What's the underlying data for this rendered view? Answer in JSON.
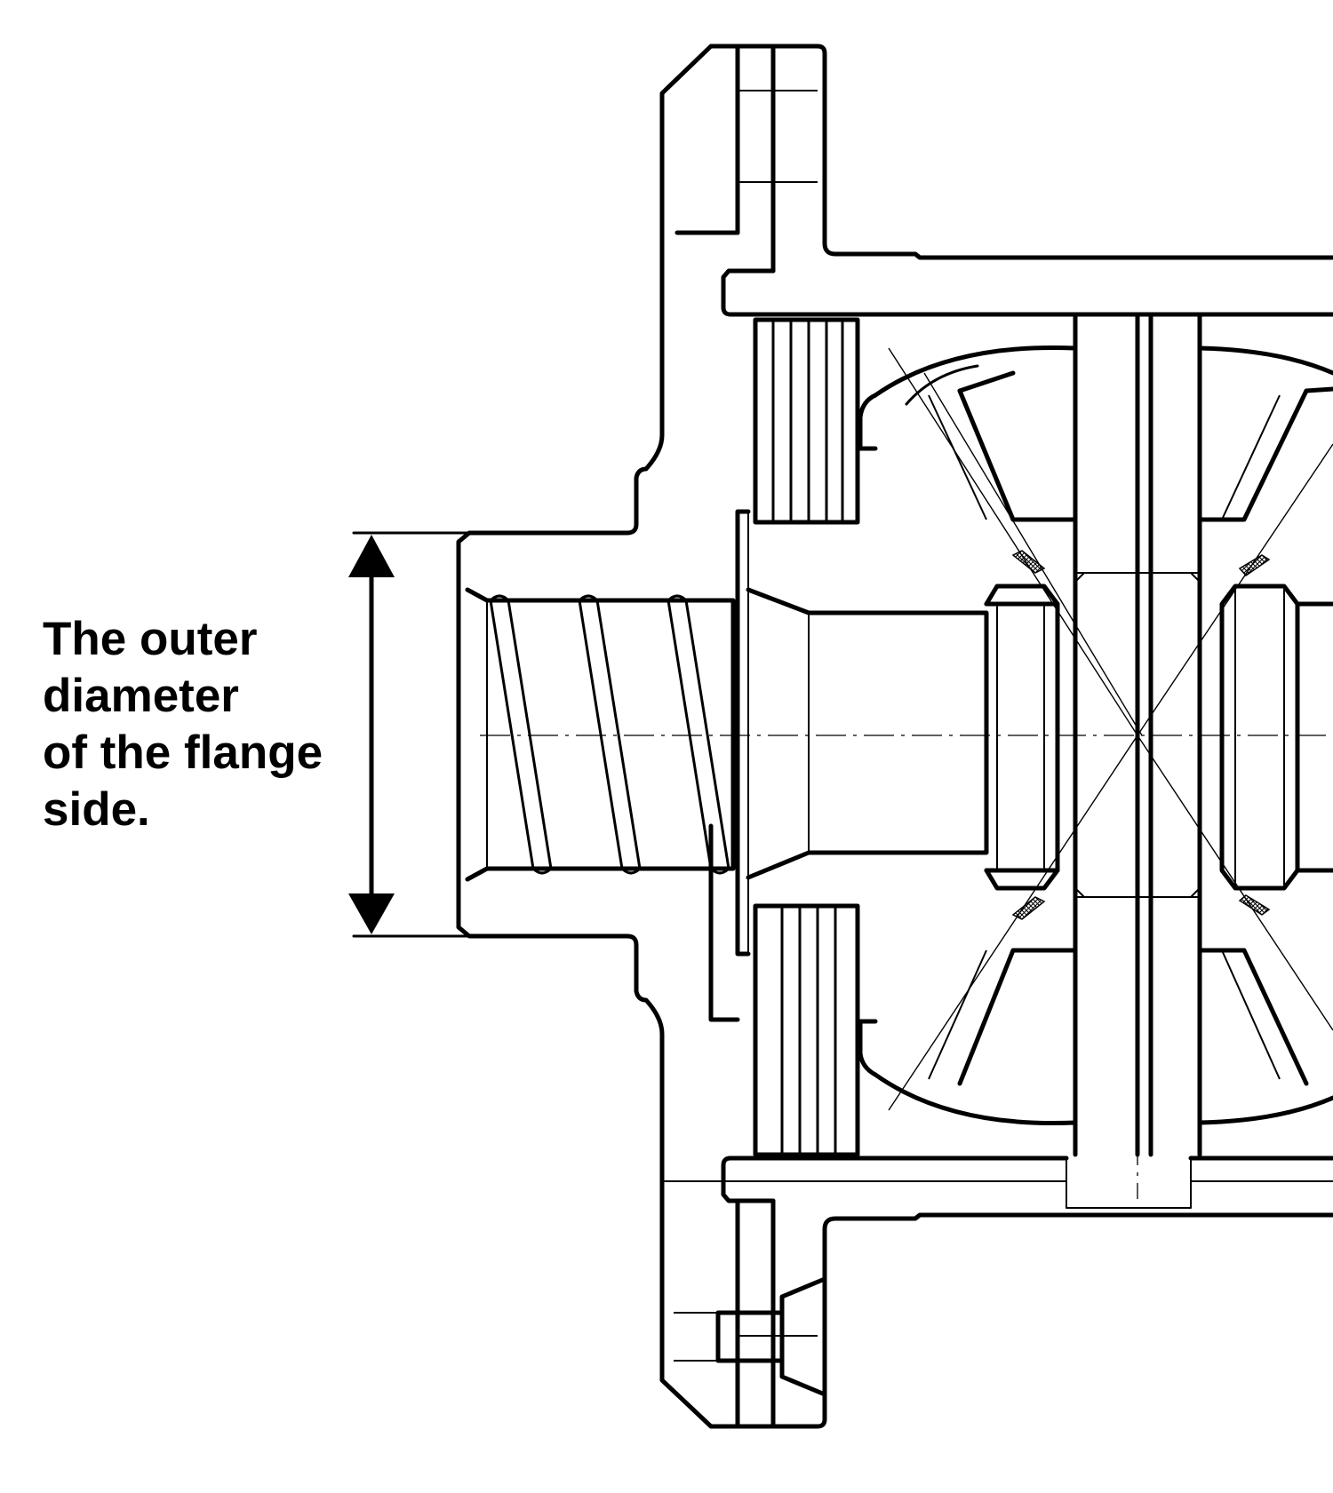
{
  "annotation": {
    "lines": [
      "The outer",
      "diameter",
      "of the flange",
      "side."
    ]
  },
  "colors": {
    "line": "#000000",
    "background": "#ffffff"
  },
  "figure": {
    "type": "mechanical cross-section drawing",
    "dimension_arrow": "vertical double-headed arrow"
  }
}
